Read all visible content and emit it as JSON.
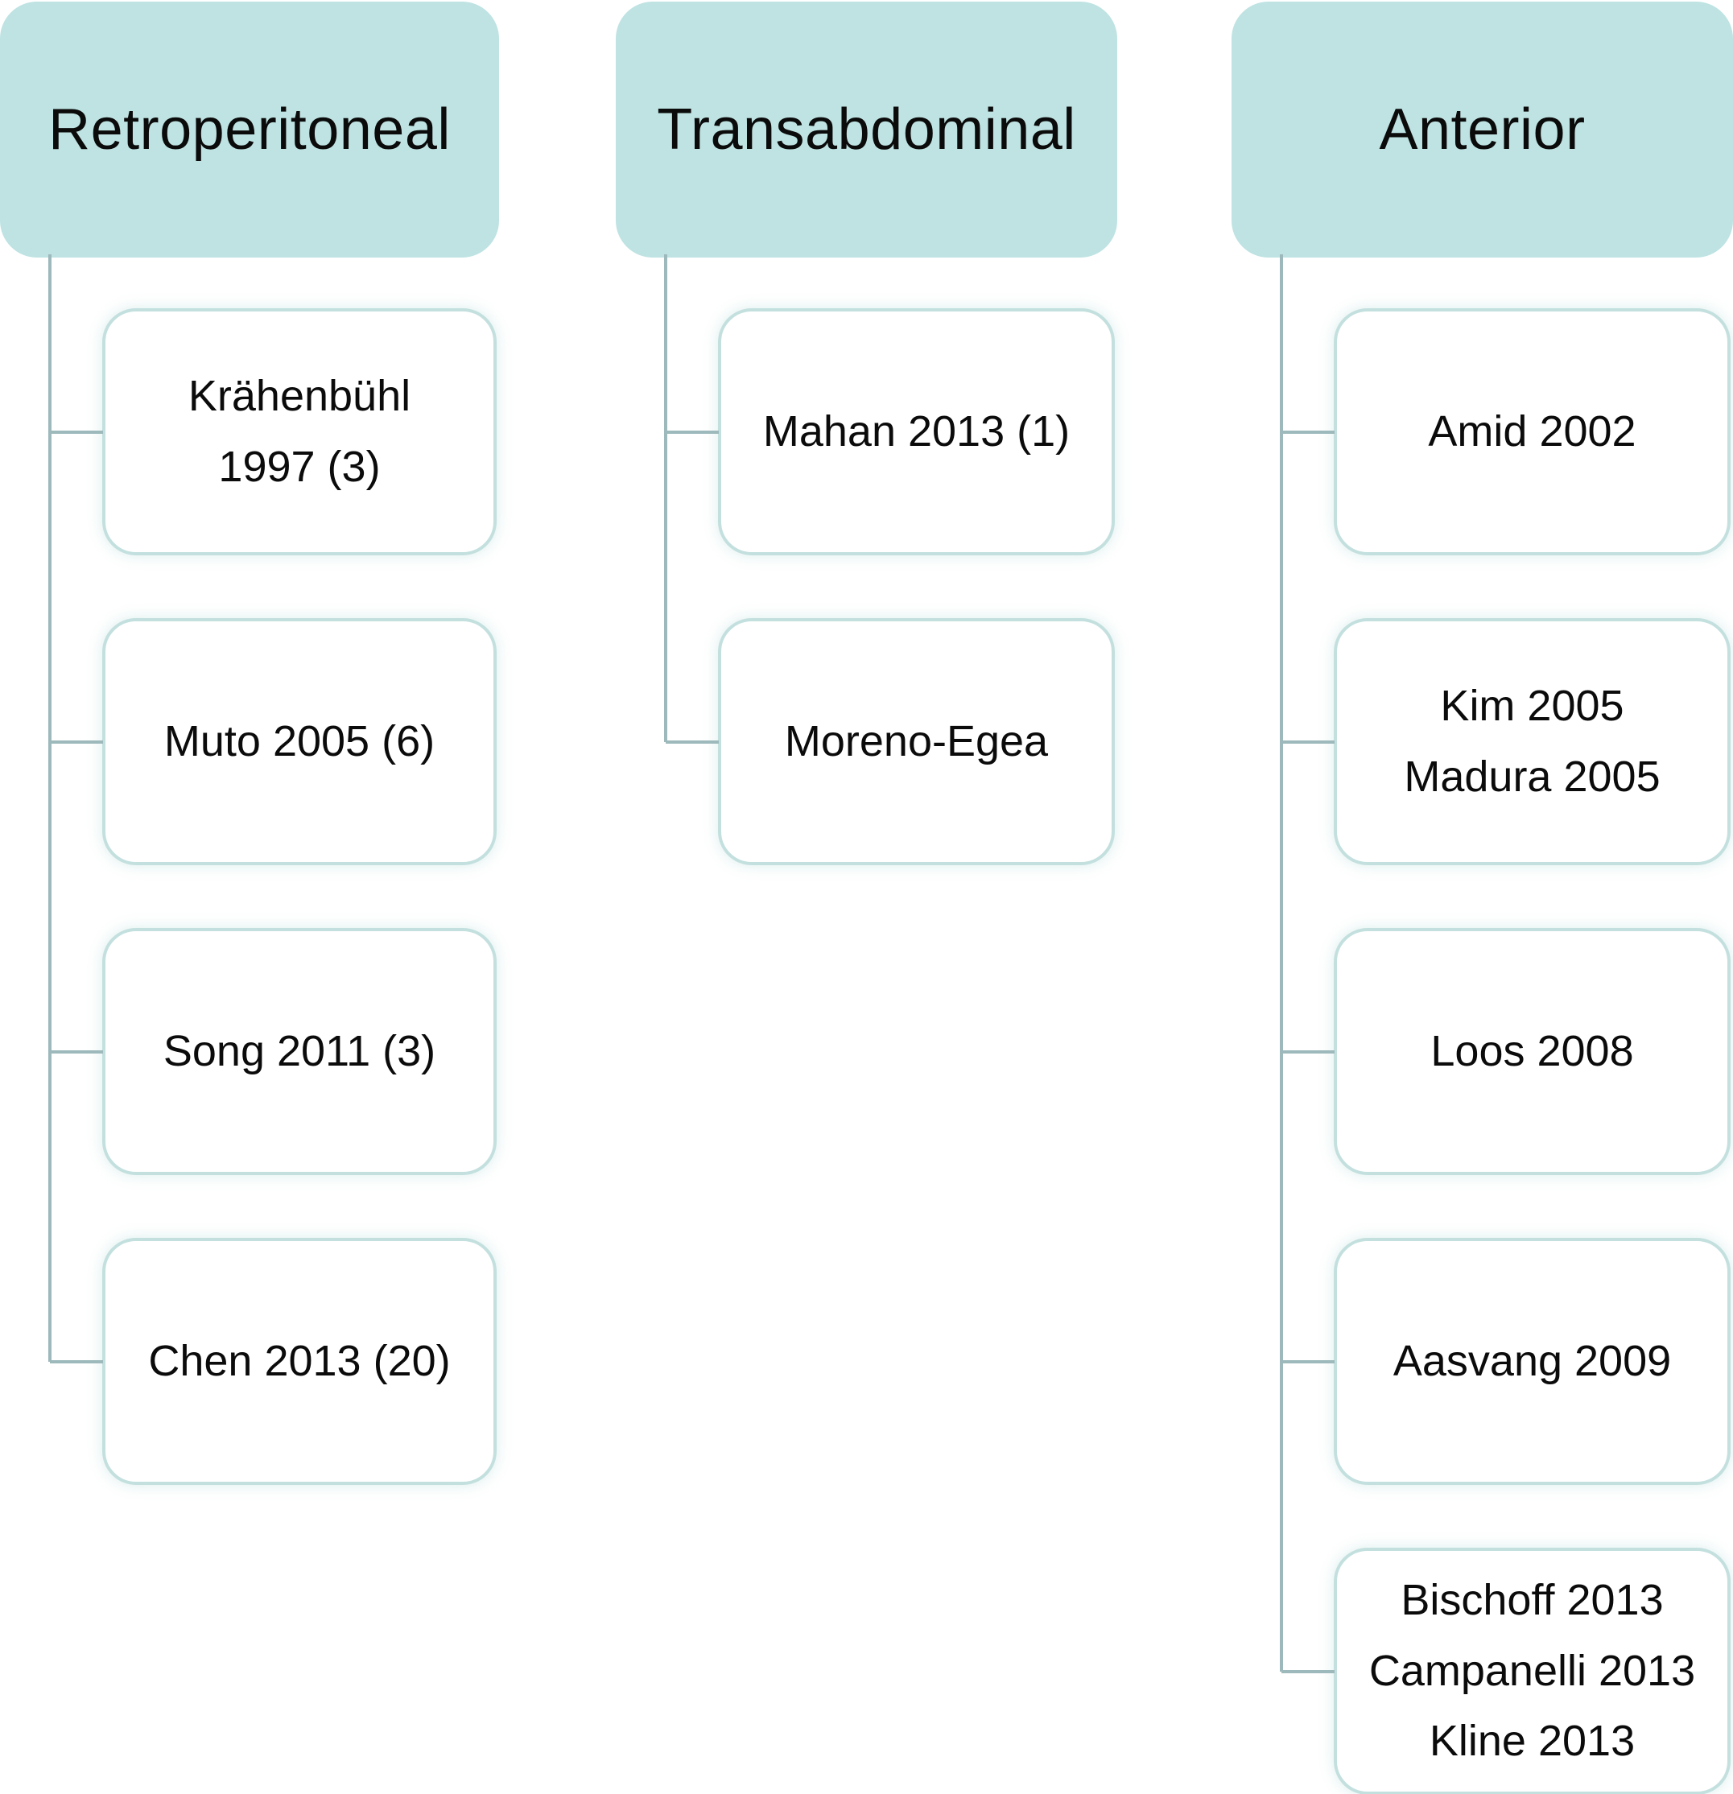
{
  "diagram": {
    "colors": {
      "header_fill": "#bee3e2",
      "node_border": "#c3e0df",
      "connector_line": "#9db9bb",
      "text": "#0b0b0b",
      "background": "#ffffff"
    },
    "columns": [
      {
        "header": "Retroperitoneal",
        "children": [
          {
            "label": "Krähenbühl 1997 (3)",
            "lines": [
              "Krähenbühl",
              "1997 (3)"
            ]
          },
          {
            "label": "Muto 2005 (6)",
            "lines": [
              "Muto 2005 (6)"
            ]
          },
          {
            "label": "Song 2011 (3)",
            "lines": [
              "Song 2011 (3)"
            ]
          },
          {
            "label": "Chen 2013 (20)",
            "lines": [
              "Chen 2013 (20)"
            ]
          }
        ]
      },
      {
        "header": "Transabdominal",
        "children": [
          {
            "label": "Mahan 2013 (1)",
            "lines": [
              "Mahan 2013 (1)"
            ]
          },
          {
            "label": "Moreno-Egea",
            "lines": [
              "Moreno-Egea"
            ]
          }
        ]
      },
      {
        "header": "Anterior",
        "children": [
          {
            "label": "Amid 2002",
            "lines": [
              "Amid 2002"
            ]
          },
          {
            "label": "Kim 2005 Madura 2005",
            "lines": [
              "Kim 2005",
              "Madura 2005"
            ]
          },
          {
            "label": "Loos 2008",
            "lines": [
              "Loos 2008"
            ]
          },
          {
            "label": "Aasvang 2009",
            "lines": [
              "Aasvang 2009"
            ]
          },
          {
            "label": "Bischoff 2013 Campanelli 2013 Kline 2013",
            "lines": [
              "Bischoff 2013",
              "Campanelli 2013",
              "Kline 2013"
            ]
          }
        ]
      }
    ]
  }
}
